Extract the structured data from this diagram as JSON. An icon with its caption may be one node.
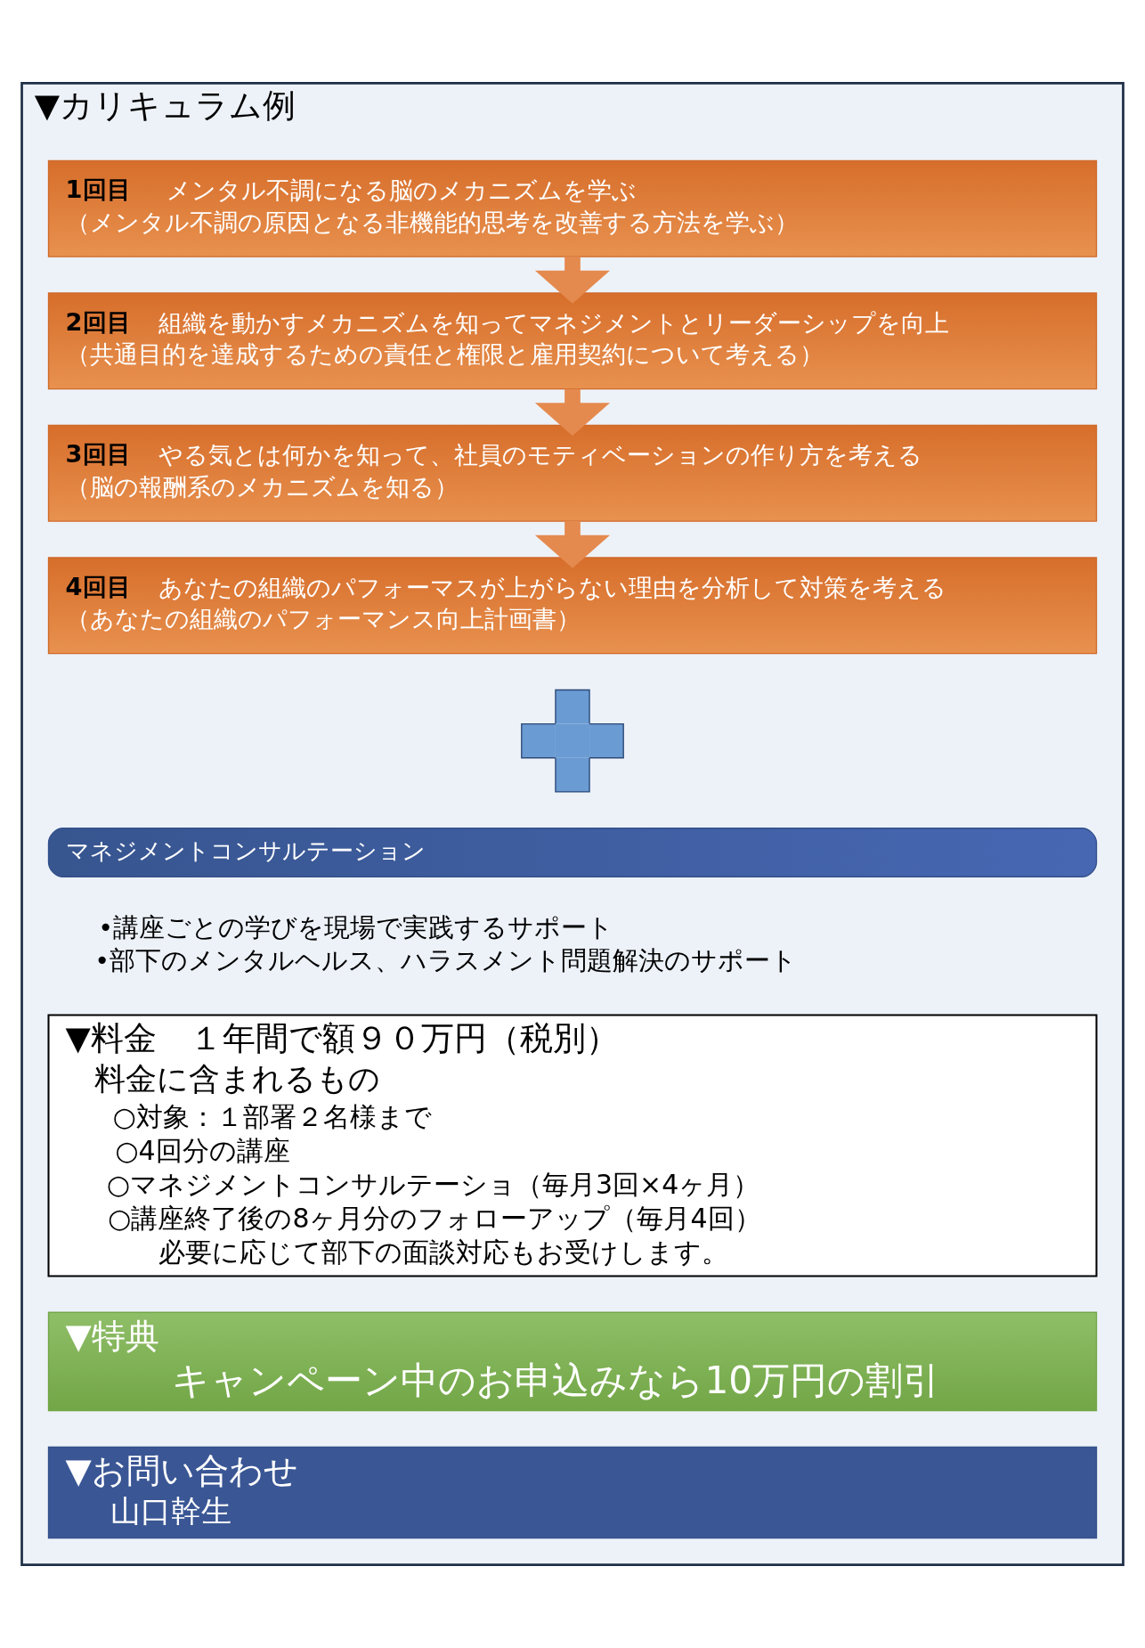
{
  "diagram": {
    "nodes": [
      {
        "text": [
          "▼カリキュラム例"
        ]
      },
      {
        "text": [
          "1回目",
          "メンタル不調になる脳のメカニズムを学ぶ",
          "（メンタル不調の原因となる非機能的思考を改善する方法を学ぶ）"
        ],
        "in": 0
      },
      {
        "text": [
          "2回目",
          "組織を動かすメカニズムを知ってマネジメントとリーダーシップを向上",
          "（共通目的を達成するための責任と権限と雇用契約について考える）"
        ],
        "in": 0
      },
      {
        "text": [
          "3回目",
          "やる気とは何かを知って、社員のモティベーションの作り方を考える",
          "（脳の報酬系のメカニズムを知る）"
        ],
        "in": 0
      },
      {
        "text": [
          "4回目",
          "あなたの組織のパフォーマスが上がらない理由を分析して対策を考える",
          "（あなたの組織のパフォーマンス向上計画書）"
        ],
        "in": 0
      },
      {
        "text": [],
        "shape": "cross",
        "in": 0
      },
      {
        "text": [
          "マネジメントコンサルテーション"
        ],
        "beside": [
          "•講座ごとの学びを現場で実践するサポート",
          "•部下のメンタルヘルス、ハラスメント問題解決のサポート"
        ],
        "in": 0
      },
      {
        "text": [
          "▼料金　１年間で額９０万円（税別）",
          "料金に含まれるもの",
          "○対象：１部署２名様まで",
          "○4回分の講座",
          "○マネジメントコンサルテーショ（毎月3回×4ヶ月）",
          "○講座終了後の8ヶ月分のフォローアップ（毎月4回）",
          "必要に応じて部下の面談対応もお受けします。"
        ],
        "in": 0
      },
      {
        "text": [
          "▼特典",
          "キャンペーン中のお申込みなら10万円の割引"
        ],
        "in": 0
      },
      {
        "text": [
          "▼お問い合わせ",
          "山口幹生"
        ],
        "in": 0
      }
    ],
    "edges": [
      {
        "from": 1,
        "to": 2,
        "arrow": "to"
      },
      {
        "from": 2,
        "to": 3,
        "arrow": "to"
      },
      {
        "from": 3,
        "to": 4,
        "arrow": "to"
      }
    ]
  }
}
